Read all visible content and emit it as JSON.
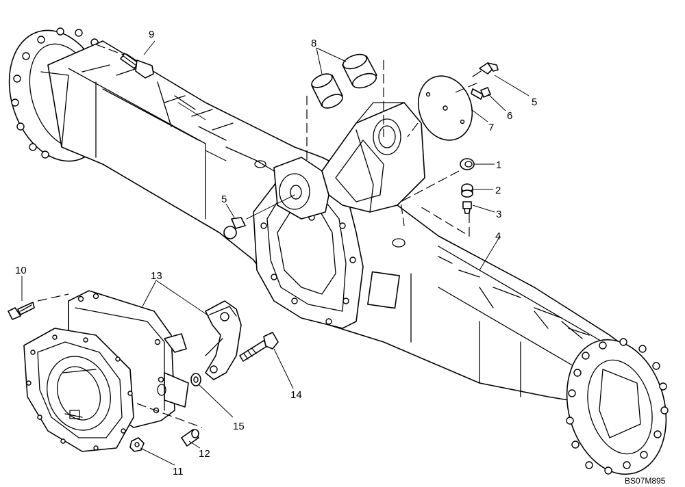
{
  "callouts": [
    {
      "id": "c1",
      "label": "1"
    },
    {
      "id": "c2",
      "label": "2"
    },
    {
      "id": "c3",
      "label": "3"
    },
    {
      "id": "c4",
      "label": "4"
    },
    {
      "id": "c5a",
      "label": "5"
    },
    {
      "id": "c5b",
      "label": "5"
    },
    {
      "id": "c6",
      "label": "6"
    },
    {
      "id": "c7",
      "label": "7"
    },
    {
      "id": "c8",
      "label": "8"
    },
    {
      "id": "c9",
      "label": "9"
    },
    {
      "id": "c10",
      "label": "10"
    },
    {
      "id": "c11",
      "label": "11"
    },
    {
      "id": "c12",
      "label": "12"
    },
    {
      "id": "c13",
      "label": "13"
    },
    {
      "id": "c14",
      "label": "14"
    },
    {
      "id": "c15",
      "label": "15"
    }
  ],
  "drawing_ref": "BS07M895"
}
